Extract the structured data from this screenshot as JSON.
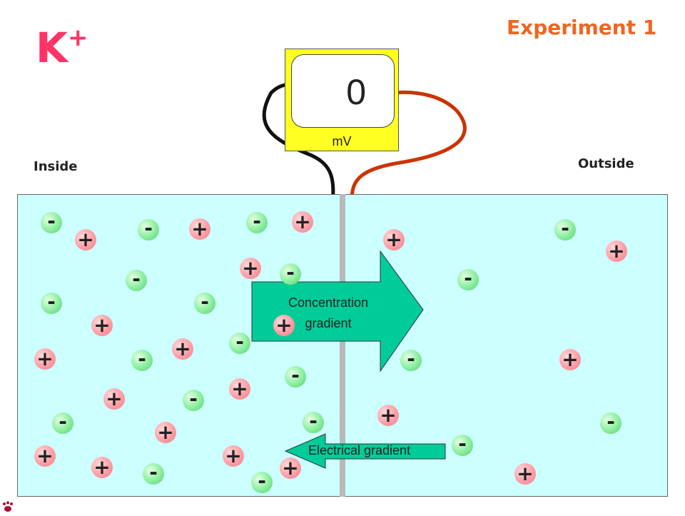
{
  "title": {
    "main": "K",
    "superscript": "+"
  },
  "experiment_label": "Experiment 1",
  "meter": {
    "reading": "0",
    "unit": "mV",
    "colors": {
      "body": "#ffff22",
      "screen": "#ffffff"
    }
  },
  "labels": {
    "inside": "Inside",
    "outside": "Outside"
  },
  "arrows": {
    "concentration": {
      "line1": "Concentration",
      "line2": "gradient",
      "color": "#00cc99"
    },
    "electrical": {
      "text": "Electrical gradient",
      "color": "#00cc99"
    }
  },
  "wire_colors": {
    "inside": "#111111",
    "outside": "#cc3300"
  },
  "ion_symbols": {
    "positive": "+",
    "negative": "-"
  },
  "logo": "paw-print-logo"
}
